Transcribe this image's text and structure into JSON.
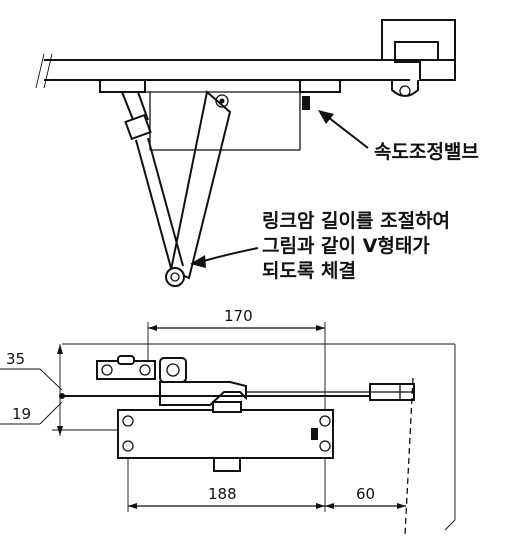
{
  "labels": {
    "speed_valve": "속도조정밸브",
    "link_arm_line1": "링크암 길이를 조절하여",
    "link_arm_line2": "그림과 같이 V형태가",
    "link_arm_line3": "되도록 체결"
  },
  "dimensions": {
    "d170": "170",
    "d188": "188",
    "d60": "60",
    "d35": "35",
    "d19": "19"
  }
}
